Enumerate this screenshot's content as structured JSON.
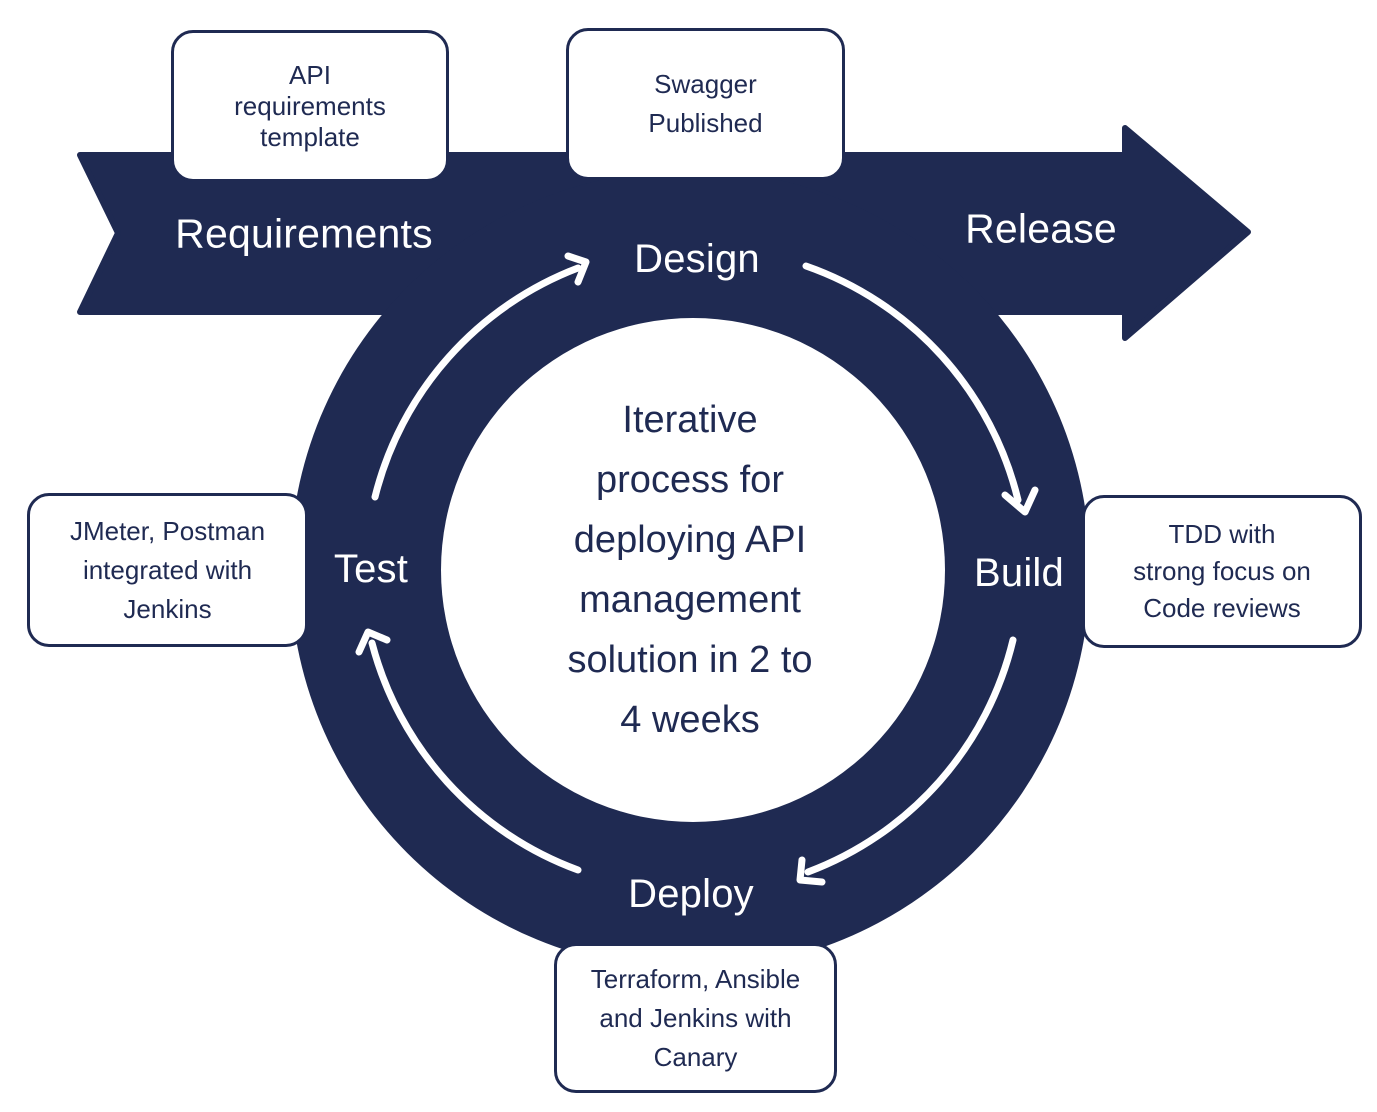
{
  "colors": {
    "navy": "#1f2a52",
    "white": "#ffffff"
  },
  "flow_arrow": {
    "start_label": "Requirements",
    "end_label": "Release"
  },
  "cycle": {
    "center_text": "Iterative\nprocess for\ndeploying API\nmanagement\nsolution in 2 to\n4 weeks",
    "stages": {
      "design": "Design",
      "build": "Build",
      "deploy": "Deploy",
      "test": "Test"
    }
  },
  "notes": {
    "requirements": "API\nrequirements\ntemplate",
    "design": "Swagger\nPublished",
    "build": "TDD with\nstrong focus on\nCode reviews",
    "deploy": "Terraform, Ansible\nand Jenkins with\nCanary",
    "test": "JMeter, Postman\nintegrated with\nJenkins"
  },
  "icons": {
    "cycle_arrows": "clockwise-arrow-icon"
  }
}
